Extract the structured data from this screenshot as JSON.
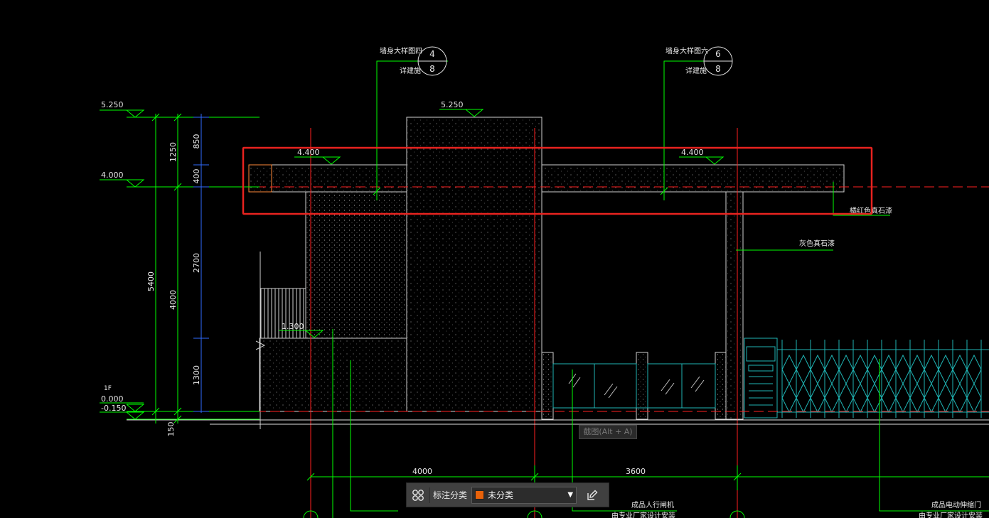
{
  "drawing": {
    "levels": {
      "top_left": "5.250",
      "top_center": "5.250",
      "mid_left": "4.000",
      "canopy_left": "4.400",
      "canopy_right": "4.400",
      "sill": "1.300",
      "floor_tag": "1F",
      "floor": "0.000",
      "ground": "-0.150"
    },
    "dims": {
      "total": "5400",
      "upper": "1250",
      "lower": "4000",
      "base": "150",
      "d850": "850",
      "d400": "400",
      "d2700": "2700",
      "d1300": "1300",
      "bay1": "4000",
      "bay2": "3600"
    },
    "callouts": {
      "left_title": "墙身大样图四",
      "left_sub": "详建施",
      "left_num": "4",
      "left_sheet": "8",
      "right_title": "墙身大样图六",
      "right_sub": "详建施",
      "right_num": "6",
      "right_sheet": "8"
    },
    "notes": {
      "n1": "橘红色真石漆",
      "n2": "灰色真石漆",
      "n3": "成品人行闸机",
      "n4": "由专业厂家设计安装",
      "n5": "成品电动伸缩门",
      "n6": "由专业厂家设计安装"
    }
  },
  "tooltip": "截图(Alt + A)",
  "toolbar": {
    "label": "标注分类",
    "selected": "未分类",
    "swatch_color": "#e8620a"
  },
  "colors": {
    "highlight": "#e8231f",
    "line_green": "#00ff00",
    "line_red": "#ff2020",
    "line_blue": "#2f6bff",
    "line_cyan": "#1fb5b5"
  }
}
